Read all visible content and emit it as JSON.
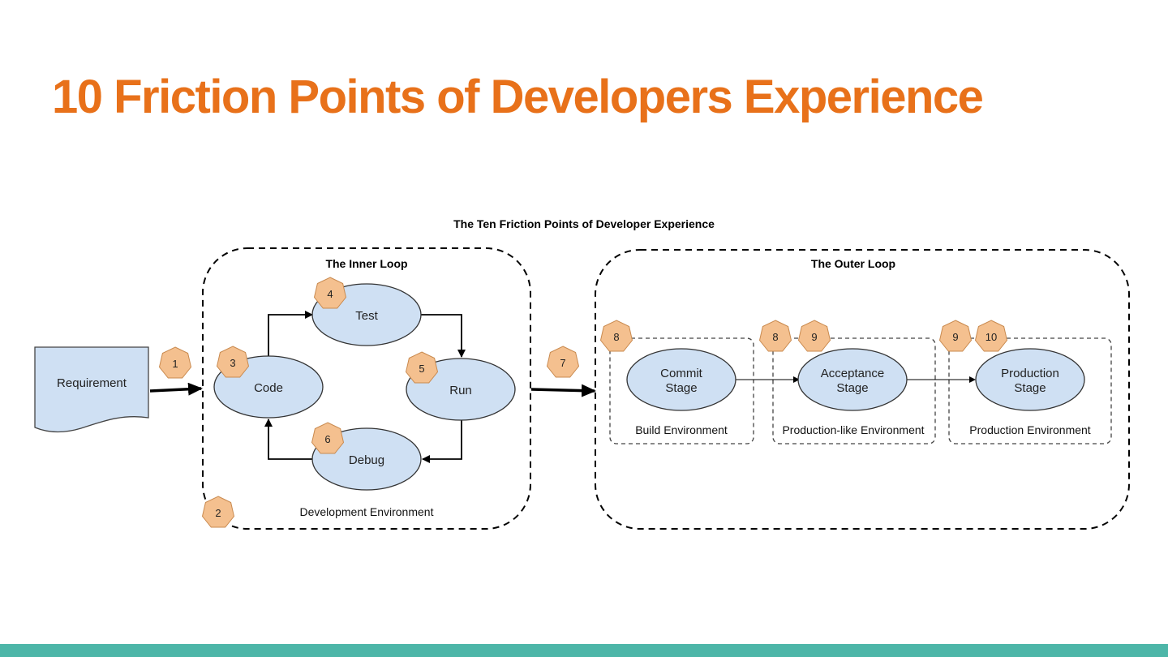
{
  "slide": {
    "title": "10 Friction Points of Developers Experience"
  },
  "diagram": {
    "title": "The Ten Friction Points of Developer Experience",
    "inner_loop": {
      "label": "The Inner Loop",
      "environment": "Development Environment",
      "nodes": {
        "code": "Code",
        "test": "Test",
        "run": "Run",
        "debug": "Debug"
      }
    },
    "outer_loop": {
      "label": "The Outer Loop",
      "stages": [
        {
          "line1": "Commit",
          "line2": "Stage",
          "environment": "Build Environment"
        },
        {
          "line1": "Acceptance",
          "line2": "Stage",
          "environment": "Production-like Environment"
        },
        {
          "line1": "Production",
          "line2": "Stage",
          "environment": "Production Environment"
        }
      ]
    },
    "requirement": "Requirement",
    "badges": [
      "1",
      "2",
      "3",
      "4",
      "5",
      "6",
      "7",
      "8",
      "8",
      "9",
      "9",
      "10"
    ]
  },
  "colors": {
    "title": "#e8711a",
    "node_fill": "#cfe0f3",
    "badge_fill": "#f4c08f",
    "footer_bar": "#4db6a8"
  }
}
